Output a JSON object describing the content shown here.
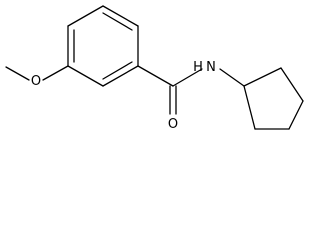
{
  "molecule": {
    "atoms": {
      "oxygen_methoxy": "O",
      "oxygen_carbonyl": "O",
      "nitrogen_amide": "N",
      "hydrogen_amide": "H"
    }
  }
}
